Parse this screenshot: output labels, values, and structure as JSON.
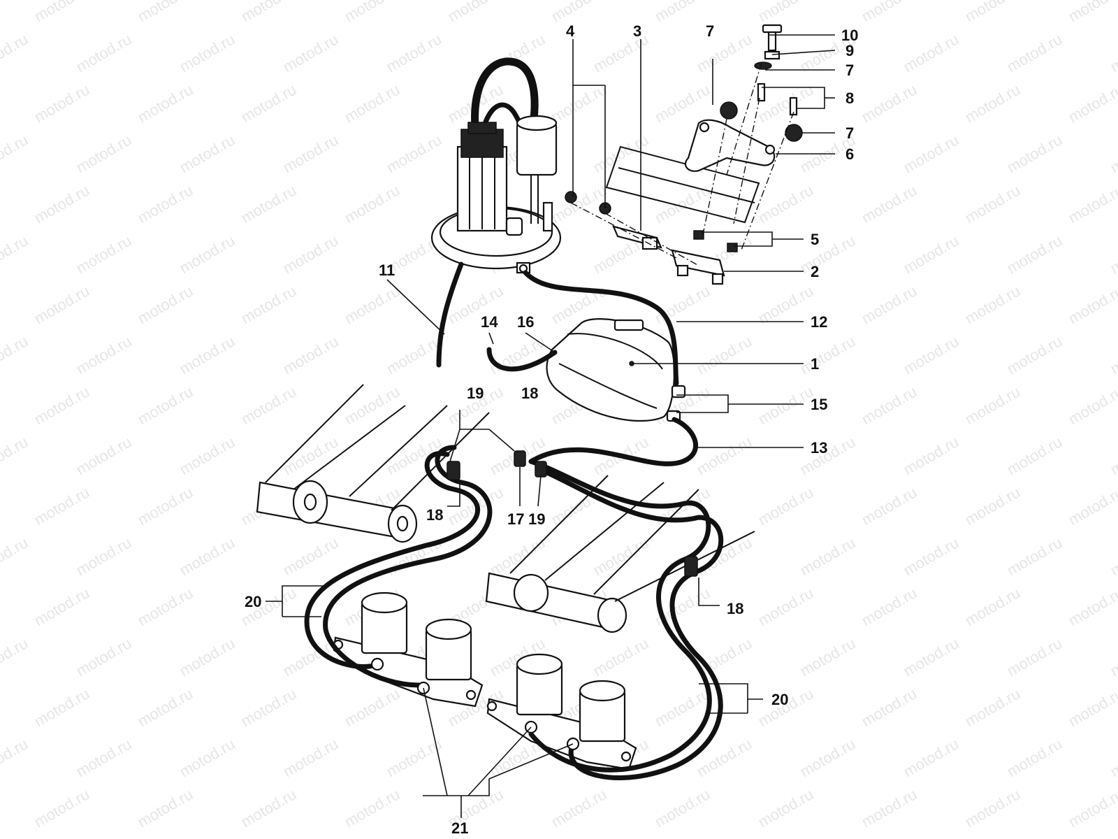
{
  "watermark": "motod.ru",
  "callouts": {
    "c1": "1",
    "c2": "2",
    "c3": "3",
    "c4": "4",
    "c5": "5",
    "c6": "6",
    "c7a": "7",
    "c7b": "7",
    "c7c": "7",
    "c8": "8",
    "c9": "9",
    "c10": "10",
    "c11": "11",
    "c12": "12",
    "c13": "13",
    "c14": "14",
    "c15": "15",
    "c16": "16",
    "c17": "17",
    "c18a": "18",
    "c18b": "18",
    "c18c": "18",
    "c19a": "19",
    "c19b": "19",
    "c20a": "20",
    "c20b": "20",
    "c21": "21"
  }
}
